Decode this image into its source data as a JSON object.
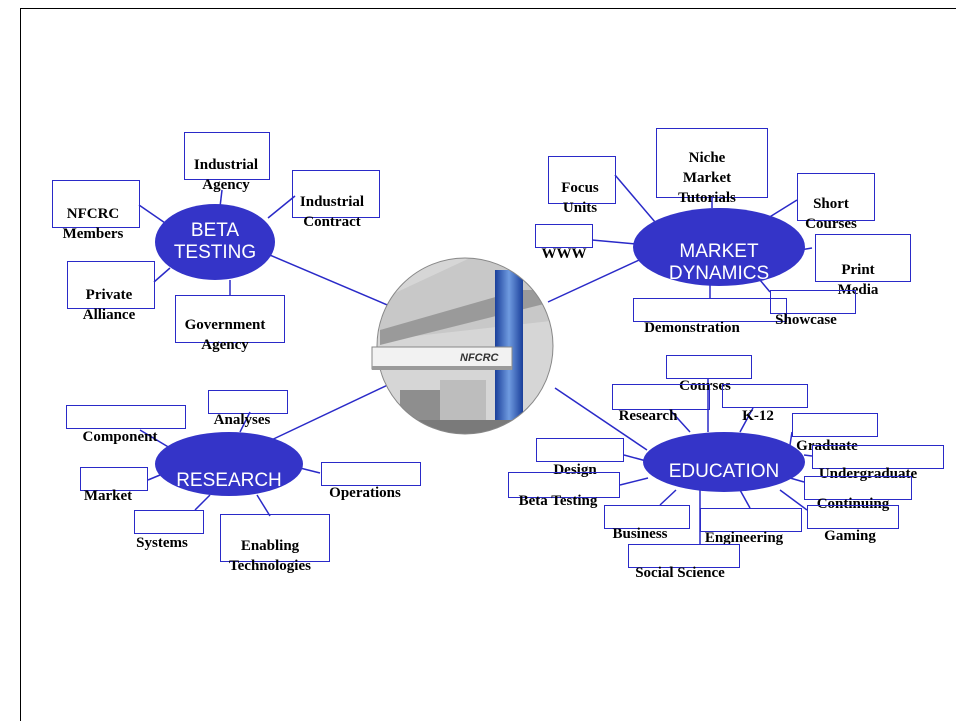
{
  "center": {
    "label": "NFCRC"
  },
  "hubs": {
    "beta": "BETA\nTESTING",
    "market": "MARKET\nDYNAMICS",
    "research": "RESEARCH",
    "education": "EDUCATION"
  },
  "beta_items": {
    "industrial_agency": "Industrial\nAgency",
    "industrial_contract": "Industrial\nContract",
    "nfcrc_members": "NFCRC\nMembers",
    "private_alliance": "Private\nAlliance",
    "government_agency": "Government\nAgency"
  },
  "market_items": {
    "focus_units": "Focus\nUnits",
    "niche_market": "Niche\nMarket\nTutorials",
    "short_courses": "Short\nCourses",
    "www": "WWW",
    "print_media": "Print\nMedia",
    "demonstration": "Demonstration",
    "showcase": "Showcase"
  },
  "research_items": {
    "component": "Component",
    "analyses": "Analyses",
    "market": "Market",
    "operations": "Operations",
    "systems": "Systems",
    "enabling": "Enabling\nTechnologies"
  },
  "education_items": {
    "courses": "Courses",
    "research": "Research",
    "k12": "K-12",
    "graduate": "Graduate",
    "undergraduate": "Undergraduate",
    "design": "Design",
    "beta_testing": "Beta Testing",
    "continuing": "Continuing",
    "business": "Business",
    "engineering": "Engineering",
    "gaming": "Gaming",
    "social_science": "Social Science"
  },
  "colors": {
    "hub": "#3434c8",
    "line": "#2a2ac8",
    "box_border": "#2a2ac8"
  }
}
